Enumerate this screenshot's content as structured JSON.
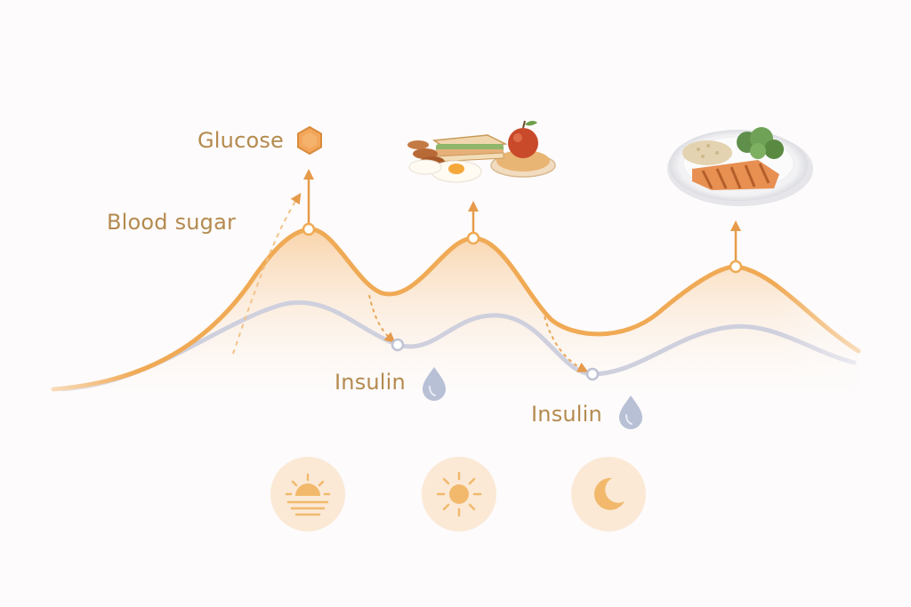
{
  "labels": {
    "glucose": "Glucose",
    "blood_sugar": "Blood sugar",
    "insulin_1": "Insulin",
    "insulin_2": "Insulin"
  },
  "icons": {
    "glucose": "hexagon-icon",
    "insulin": "droplet-icon",
    "meals": [
      "breakfast-plate-icon",
      "dinner-plate-icon"
    ],
    "times_of_day": [
      "sunrise-icon",
      "sun-icon",
      "moon-icon"
    ]
  },
  "colors": {
    "blood_sugar_curve": "#f0aa55",
    "insulin_curve": "#cfd0de",
    "label_text": "#b48a4f",
    "droplet": "#b8c0d6",
    "day_badge": "#fbe9d6",
    "day_icon": "#f2b96c"
  }
}
